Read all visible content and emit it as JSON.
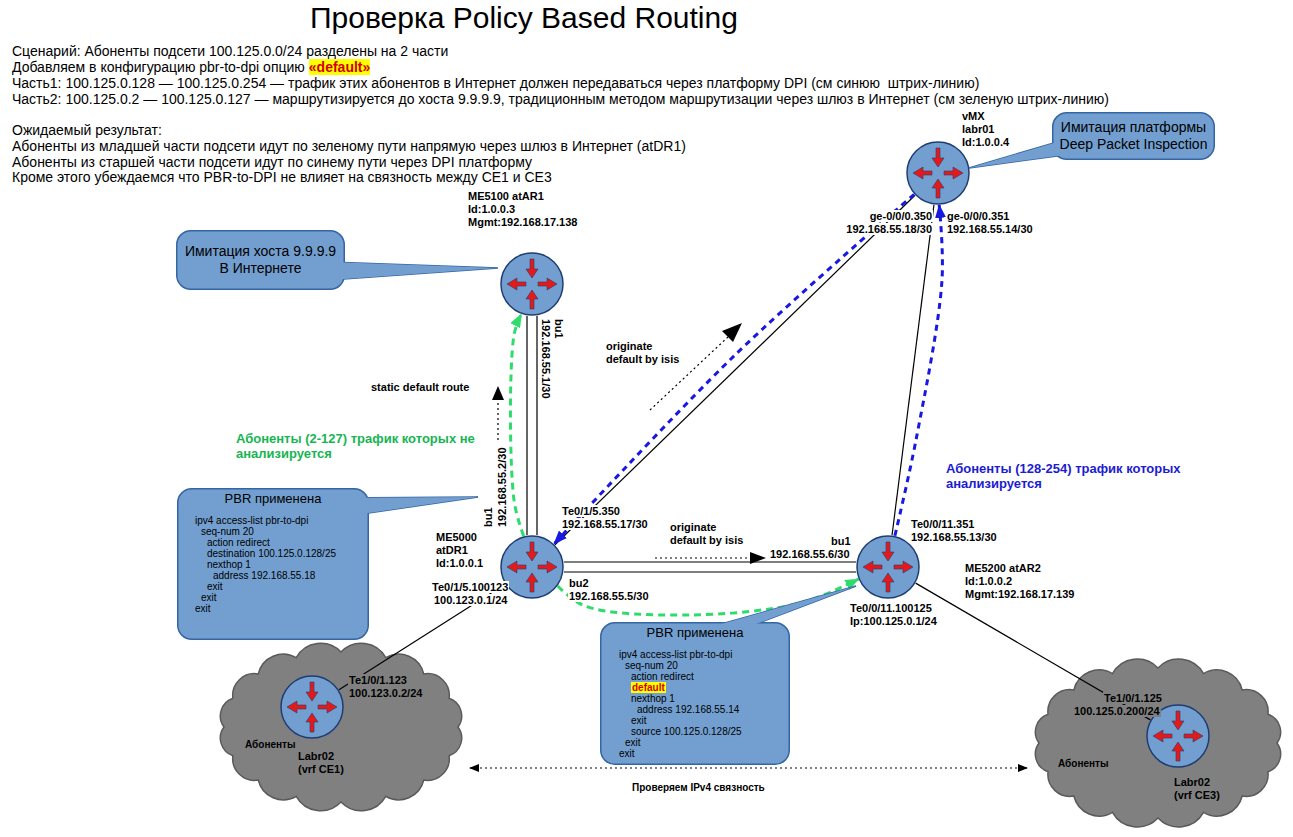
{
  "diagram": {
    "title": "Проверка Policy Based Routing",
    "nodes": [
      {
        "text": [
          "vMX labr01 Id:1.0.0.4"
        ]
      },
      {
        "text": [
          "Имитация платформы Deep Packet Inspection"
        ]
      },
      {
        "text": [
          "ME5100 atAR1 Id:1.0.0.3 Mgmt:192.168.17.138"
        ]
      },
      {
        "text": [
          "Имитация хоста 9.9.9.9 В Интернете"
        ]
      },
      {
        "text": [
          "PBR применена",
          "ipv4 access-list pbr-to-dpi",
          "seq-num 20",
          "action redirect",
          "destination 100.125.0.128/25",
          "nexthop 1",
          "address 192.168.55.18",
          "exit",
          "exit",
          "exit"
        ]
      },
      {
        "text": [
          "ME5000 atDR1 Id:1.0.0.1"
        ]
      },
      {
        "text": [
          "ME5200 atAR2 Id:1.0.0.2 Mgmt:192.168.17.139"
        ]
      },
      {
        "text": [
          "PBR применена",
          "ipv4 access-list pbr-to-dpi",
          "seq-num 20",
          "action redirect",
          "default",
          "nexthop 1",
          "address 192.168.55.14",
          "exit",
          "source 100.125.0.128/25",
          "exit",
          "exit"
        ]
      },
      {
        "text": [
          "Абоненты"
        ]
      },
      {
        "text": [
          "Labr02 (vrf CE1)"
        ],
        "in": 8
      },
      {
        "text": [
          "Абоненты"
        ]
      },
      {
        "text": [
          "Labr02 (vrf CE3)"
        ],
        "in": 10
      }
    ],
    "edges": [
      {
        "from": 5,
        "to": 2,
        "arrow": "none"
      },
      {
        "from": 5,
        "to": 6,
        "arrow": "none"
      },
      {
        "from": 5,
        "to": 0,
        "arrow": "none"
      },
      {
        "from": 6,
        "to": 0,
        "arrow": "none"
      },
      {
        "from": 5,
        "to": 9,
        "arrow": "none"
      },
      {
        "from": 6,
        "to": 11,
        "arrow": "none"
      },
      {
        "from": 5,
        "to": 2,
        "arrow": "to"
      },
      {
        "from": 5,
        "to": 6,
        "arrow": "to"
      },
      {
        "from": 6,
        "to": 0,
        "arrow": "to"
      },
      {
        "from": 0,
        "to": 5,
        "arrow": "to"
      },
      {
        "from": 8,
        "to": 10,
        "arrow": "both",
        "label": "Проверяем IPv4 связность"
      }
    ],
    "labels": [
      "Сценарий: Абоненты подсети 100.125.0.0/24 разделены на 2 части",
      "Добавляем в конфигурацию pbr-to-dpi опцию",
      "«default»",
      "Часть1: 100.125.0.128 — 100.125.0.254 — трафик этих абонентов в Интернет должен передаваться через платформу DPI (см синюю  штрих-линию)",
      "Часть2: 100.125.0.2 — 100.125.0.127 — маршрутизируется до хоста 9.9.9.9, традиционным методом маршрутизации через шлюз в Интернет (см зеленую штрих-линию)",
      "Ожидаемый результат:",
      "Абоненты из младшей части подсети идут по зеленому пути напрямую через шлюз в Интернет (atDR1)",
      "Абоненты из старшей части подсети идут по синему пути через DPI платформу",
      "Кроме этого убеждаемся что PBR-to-DPI не влияет на связность между CE1 и CE3",
      "originate default by isis",
      "static default route",
      "Абоненты (2-127) трафик которых не анализируется",
      "originate default by isis",
      "Абоненты (128-254) трафик которых анализируется",
      "ge-0/0/0.350",
      "192.168.55.18/30",
      "ge-0/0/0.351",
      "192.168.55.14/30",
      "bu1",
      "192.168.55.1/30",
      "bu1",
      "192.168.55.2/30",
      "Te0/1/5.350",
      "192.168.55.17/30",
      "bu1",
      "192.168.55.6/30",
      "Te0/0/11.351",
      "192.168.55.13/30",
      "bu2",
      "192.168.55.5/30",
      "Te0/1/5.100123",
      "100.123.0.1/24",
      "Te0/0/11.100125",
      "Ip:100.125.0.1/24",
      "Te1/0/1.123",
      "100.123.0.2/24",
      "Te1/0/1.125",
      "100.125.0.200/24"
    ]
  }
}
